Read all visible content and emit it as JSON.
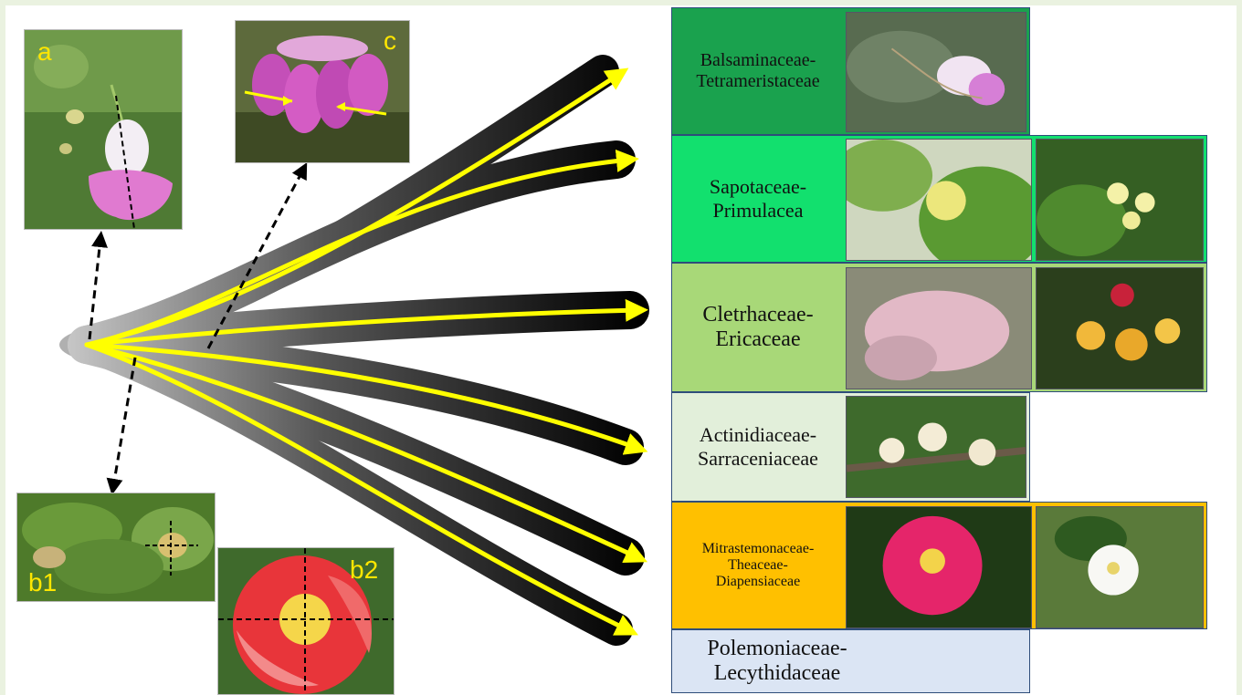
{
  "photos": {
    "a": "a",
    "c": "c",
    "b1": "b1",
    "b2": "b2"
  },
  "clades": [
    {
      "line1": "Balsaminaceae-",
      "line2": "Tetrameristaceae",
      "color": "#1aa24e"
    },
    {
      "line1": "Sapotaceae-",
      "line2": "Primulacea",
      "color": "#12e06e"
    },
    {
      "line1": "Cletrhaceae-",
      "line2": "Ericaceae",
      "color": "#a8d878"
    },
    {
      "line1": "Actinidiaceae-",
      "line2": "Sarraceniaceae",
      "color": "#e2efda"
    },
    {
      "line1": "Mitrastemonaceae-",
      "line2": "Theaceae-",
      "line3": "Diapensiaceae",
      "color": "#ffc000"
    },
    {
      "line1": "Polemoniaceae-",
      "line2": "Lecythidaceae",
      "color": "#dbe5f4"
    }
  ],
  "colors": {
    "arrow": "#ffff00",
    "branch_dark": "#000000",
    "branch_light": "#aaaaaa"
  }
}
